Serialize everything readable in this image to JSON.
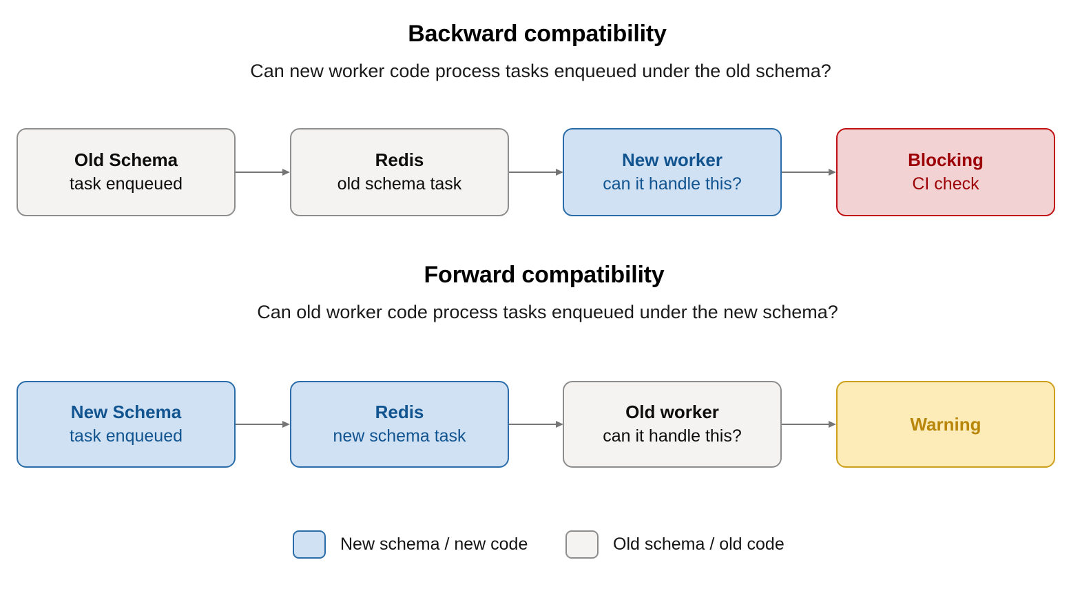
{
  "sections": [
    {
      "id": "backward",
      "title": "Backward compatibility",
      "subtitle": "Can new worker code process tasks enqueued under the old schema?",
      "nodes": [
        {
          "title": "Old Schema",
          "subtitle": "task enqueued",
          "style": "neutral"
        },
        {
          "title": "Redis",
          "subtitle": "old schema task",
          "style": "neutral"
        },
        {
          "title": "New worker",
          "subtitle": "can it handle this?",
          "style": "blue"
        },
        {
          "title": "Blocking",
          "subtitle": "CI check",
          "style": "red"
        }
      ]
    },
    {
      "id": "forward",
      "title": "Forward compatibility",
      "subtitle": "Can old worker code process tasks enqueued under the new schema?",
      "nodes": [
        {
          "title": "New Schema",
          "subtitle": "task enqueued",
          "style": "blue"
        },
        {
          "title": "Redis",
          "subtitle": "new schema task",
          "style": "blue"
        },
        {
          "title": "Old worker",
          "subtitle": "can it handle this?",
          "style": "neutral"
        },
        {
          "title": "Warning",
          "subtitle": "",
          "style": "yellow"
        }
      ]
    }
  ],
  "legend": [
    {
      "label": "New schema / new code",
      "style": "blue"
    },
    {
      "label": "Old schema / old code",
      "style": "neutral"
    }
  ],
  "colors": {
    "neutral_fill": "#f4f3f1",
    "neutral_border": "#8d8d8d",
    "blue_fill": "#cfe1f3",
    "blue_border": "#2a6ca8",
    "blue_text": "#12548f",
    "red_fill": "#f2d2d2",
    "red_border": "#bf0f13",
    "red_text": "#9c0006",
    "yellow_fill": "#fdecb8",
    "yellow_border": "#cca01a",
    "yellow_text": "#b8860b",
    "arrow": "#757575",
    "background": "#ffffff"
  }
}
